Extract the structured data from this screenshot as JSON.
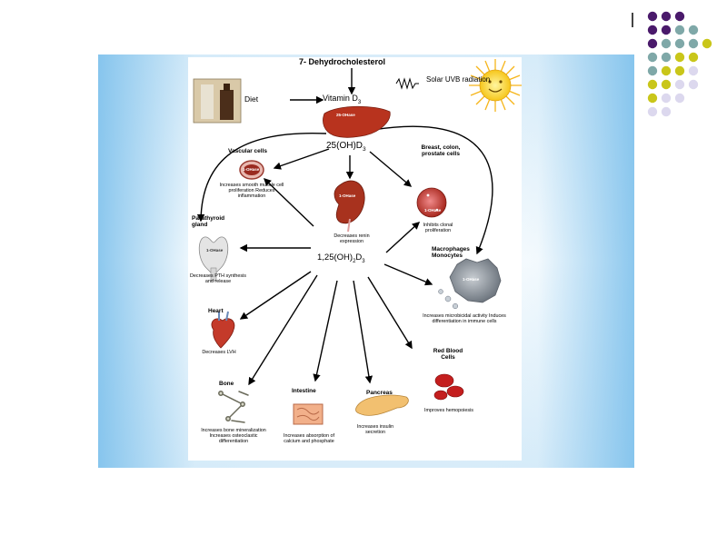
{
  "diagram": {
    "precursor": "7- Dehydrocholesterol",
    "uvb": "Solar UVB radiation",
    "diet": "Diet",
    "vitamin": {
      "base": "Vitamin D",
      "sub": "3"
    },
    "calcidiol": {
      "base": "25(OH)D",
      "sub": "3"
    },
    "calcitriol": {
      "p1": "1,25(OH)",
      "s1": "2",
      "p2": "D",
      "s2": "3"
    },
    "enzyme_liver": "25-OHase",
    "enzyme_1": "1-OHase",
    "targets": {
      "vascular": {
        "title": "Vascular cells",
        "effect": "Increases smooth muscle cell proliferation Reduces inflammation"
      },
      "kidney": {
        "effect": "Decreases renin expression"
      },
      "breast": {
        "title": "Breast, colon, prostate cells",
        "effect": "Inhibits clonal proliferation"
      },
      "parathyroid": {
        "title": "Parathyroid gland",
        "effect": "Decreases PTH synthesis and release"
      },
      "macrophages": {
        "title": "Macrophages Monocytes",
        "effect": "Increases microbicidal activity Induces differentiation in immune cells"
      },
      "heart": {
        "title": "Heart",
        "effect": "Decreases LVH"
      },
      "bone": {
        "title": "Bone",
        "effect": "Increases bone mineralization Increases osteoclastic differentiation"
      },
      "intestine": {
        "title": "Intestine",
        "effect": "Increases absorption of calcium and phosphate"
      },
      "pancreas": {
        "title": "Pancreas",
        "effect": "Increases insulin secretion"
      },
      "rbc": {
        "title": "Red Blood Cells",
        "effect": "Improves hemopoiesis"
      }
    }
  },
  "theme": {
    "purple": "#4a1a6b",
    "teal": "#7fa8a8",
    "yellow": "#c9c61a",
    "lavender": "#dcd8ee"
  }
}
